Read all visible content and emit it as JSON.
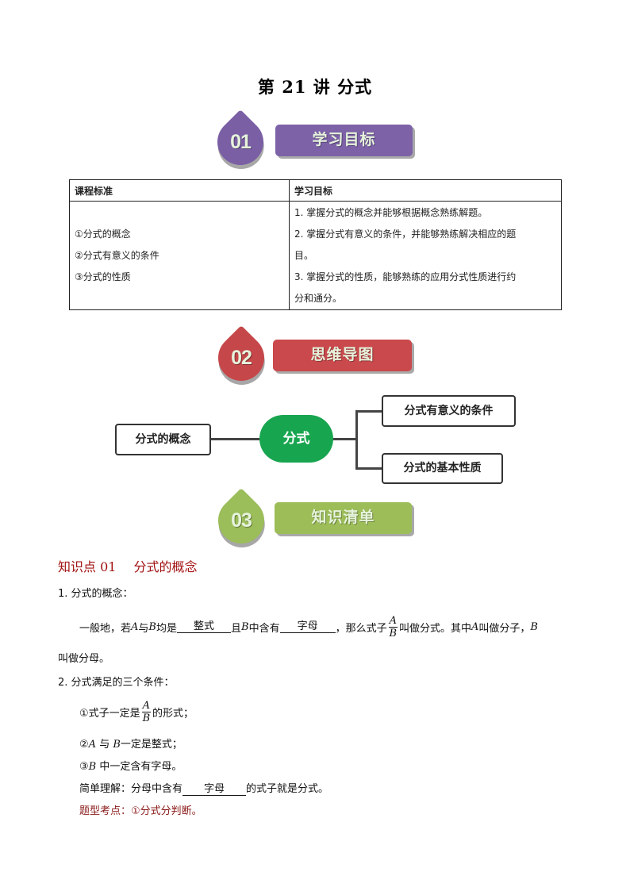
{
  "title": "第 21 讲  分式",
  "sections": [
    {
      "number": "01",
      "label": "学习目标",
      "color": "#7a5fa5",
      "banner_color": "#7d62a8"
    },
    {
      "number": "02",
      "label": "思维导图",
      "color": "#c6474a",
      "banner_color": "#c9494c"
    },
    {
      "number": "03",
      "label": "知识清单",
      "color": "#9bbd5a",
      "banner_color": "#9cbd58"
    }
  ],
  "goals_table": {
    "headers": [
      "课程标准",
      "学习目标"
    ],
    "standards": [
      "①分式的概念",
      "②分式有意义的条件",
      "③分式的性质"
    ],
    "objectives": [
      "1. 掌握分式的概念并能够根据概念熟练解题。",
      "2. 掌握分式有意义的条件，并能够熟练解决相应的题",
      "目。",
      "3. 掌握分式的性质，能够熟练的应用分式性质进行约",
      "分和通分。"
    ]
  },
  "mind_map": {
    "center": "分式",
    "left": "分式的概念",
    "right_top": "分式有意义的条件",
    "right_bottom": "分式的基本性质",
    "center_color": "#18a54f"
  },
  "knowledge": {
    "heading_prefix": "知识点 01",
    "heading_title": "分式的概念",
    "item1_title": "1. 分式的概念：",
    "def": {
      "p1": "一般地，若",
      "A": "A",
      "and": "与",
      "B": "B",
      "p2": "均是",
      "blank1": "整式",
      "p3": "且",
      "p4": "中含有",
      "blank2": "字母",
      "p5": "，那么式子",
      "frac_num": "A",
      "frac_den": "B",
      "p6": "叫做分式。其中",
      "p7": "叫做分子，",
      "p8": "叫做分母。"
    },
    "item2_title": "2. 分式满足的三个条件：",
    "cond1_pre": "①式子一定是",
    "cond1_post": "的形式；",
    "cond2_pre": "②",
    "cond2_mid": "与",
    "cond2_post": "一定是整式；",
    "cond3_pre": "③",
    "cond3_post": "中一定含有字母。",
    "simple_pre": "简单理解：分母中含有",
    "simple_blank": "字母",
    "simple_post": "的式子就是分式。",
    "exam_point": "题型考点：①分式分判断。"
  }
}
